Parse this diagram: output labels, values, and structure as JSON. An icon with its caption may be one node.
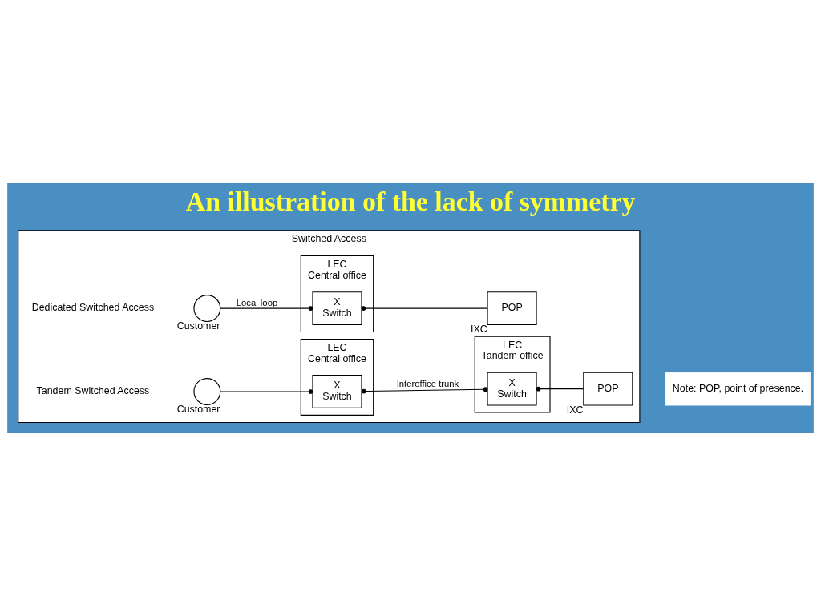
{
  "diagram": {
    "title": "An illustration of the lack of symmetry",
    "nodes": [
      {
        "text": [
          "Switched Access"
        ]
      },
      {
        "text": [],
        "shape": "circle",
        "beside": [
          "Customer"
        ],
        "in": 0
      },
      {
        "text": [
          "LEC",
          "Central office"
        ],
        "in": 0
      },
      {
        "text": [
          "X",
          "Switch"
        ],
        "in": 2
      },
      {
        "text": [
          "POP"
        ],
        "beside": [
          "IXC"
        ],
        "in": 0
      },
      {
        "text": [],
        "shape": "circle",
        "beside": [
          "Customer"
        ],
        "in": 0
      },
      {
        "text": [
          "LEC",
          "Central office"
        ],
        "in": 0
      },
      {
        "text": [
          "X",
          "Switch"
        ],
        "in": 6
      },
      {
        "text": [
          "LEC",
          "Tandem office"
        ],
        "in": 0
      },
      {
        "text": [
          "X",
          "Switch"
        ],
        "in": 8
      },
      {
        "text": [
          "POP"
        ],
        "beside": [
          "IXC"
        ],
        "in": 0
      }
    ],
    "edges": [
      {
        "from": 1,
        "to": 3,
        "arrow": "other",
        "label": "Local loop"
      },
      {
        "from": 3,
        "to": 4,
        "arrow": "other"
      },
      {
        "from": 5,
        "to": 7,
        "arrow": "other"
      },
      {
        "from": 7,
        "to": 9,
        "arrow": "other",
        "label": "Interoffice trunk"
      },
      {
        "from": 9,
        "to": 10,
        "arrow": "other"
      }
    ],
    "labels": [
      "Dedicated Switched Access",
      "Tandem Switched Access",
      "Note: POP, point of presence."
    ]
  }
}
